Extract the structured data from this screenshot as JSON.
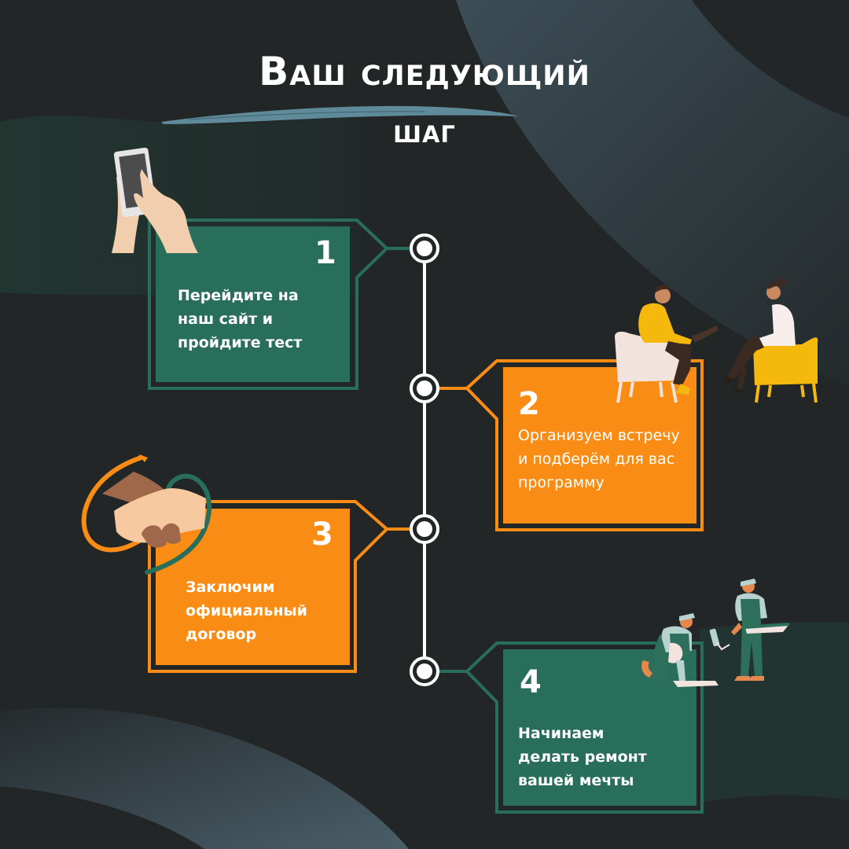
{
  "title": {
    "line1": "Ваш следующий",
    "line2": "шаг"
  },
  "colors": {
    "background": "#222627",
    "green": "#286E5A",
    "orange": "#F98C15",
    "white": "#FFFFFF",
    "slate": "#3E505A",
    "brush": "#5E8A9A"
  },
  "steps": [
    {
      "number": "1",
      "lines": [
        "Перейдите на",
        "наш сайт и",
        "пройдите тест"
      ],
      "color": "green",
      "illustration": "hand-phone-illustration"
    },
    {
      "number": "2",
      "lines": [
        "Организуем встречу",
        "и подберём для вас",
        "программу"
      ],
      "color": "orange",
      "illustration": "meeting-illustration"
    },
    {
      "number": "3",
      "lines": [
        "Заключим",
        "официальный",
        "договор"
      ],
      "color": "orange",
      "illustration": "handshake-illustration"
    },
    {
      "number": "4",
      "lines": [
        "Начинаем",
        "делать ремонт",
        "вашей мечты"
      ],
      "color": "green",
      "illustration": "workers-illustration"
    }
  ]
}
